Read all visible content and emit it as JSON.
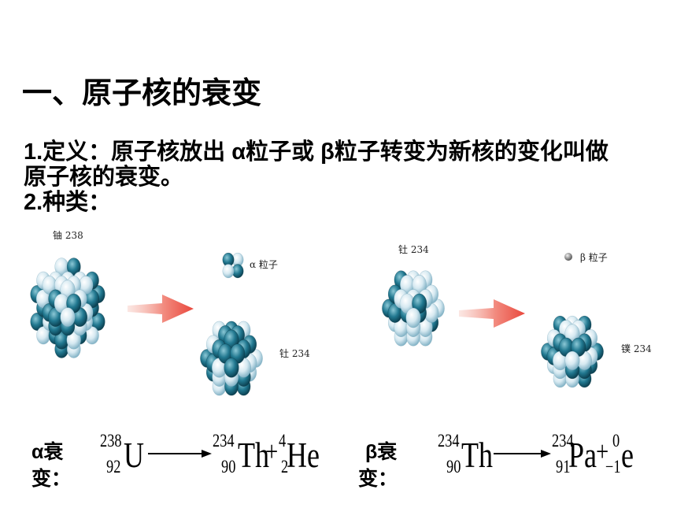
{
  "title": "一、原子核的衰变",
  "definition": {
    "line1": "1.定义：原子核放出 α粒子或 β粒子转变为新核的变化叫做",
    "line2": "原子核的衰变。"
  },
  "types_heading": "2.种类：",
  "alpha_diagram": {
    "parent_label": "铀 238",
    "particle_label": "α 粒子",
    "daughter_label": "钍 234"
  },
  "beta_diagram": {
    "parent_label": "钍 234",
    "particle_label": "β 粒子",
    "daughter_label": "镤 234"
  },
  "alpha_decay": {
    "label_line1": "α衰",
    "label_line2": "变：",
    "reactant": {
      "mass": "238",
      "charge": "92",
      "symbol": "U"
    },
    "product1": {
      "mass": "234",
      "charge": "90",
      "symbol": "Th"
    },
    "plus": "+",
    "product2": {
      "mass": "4",
      "charge": "2",
      "symbol": "He"
    }
  },
  "beta_decay": {
    "label_line1": "β衰",
    "label_line2": "变：",
    "reactant": {
      "mass": "234",
      "charge": "90",
      "symbol": "Th"
    },
    "product1": {
      "mass": "234",
      "charge": "91",
      "symbol": "Pa"
    },
    "plus": "+",
    "product2": {
      "mass": "0",
      "charge": "−1",
      "symbol": "e"
    }
  },
  "colors": {
    "nucleon_dark_highlight": "#8cc8d6",
    "nucleon_dark": "#217890",
    "nucleon_dark_shadow": "#0c4253",
    "nucleon_light_highlight": "#ffffff",
    "nucleon_light": "#d6e9f1",
    "nucleon_light_shadow": "#86b5c8",
    "arrow_tail": "#f8d3cc",
    "arrow_mid": "#f28a7e",
    "arrow_head": "#e9483d",
    "beta_highlight": "#f2f2f2",
    "beta_particle": "#9a9a9a",
    "beta_shadow": "#555555"
  }
}
